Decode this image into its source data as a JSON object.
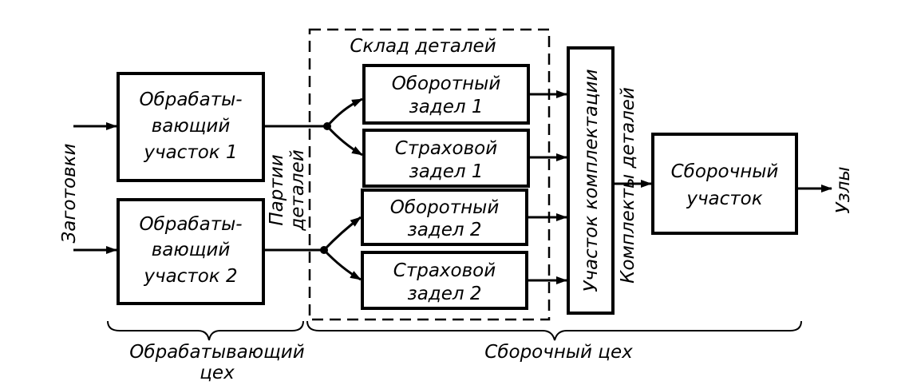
{
  "blanks_label": "Заготовки",
  "machining_area_1": [
    "Обрабаты-",
    "вающий",
    "участок 1"
  ],
  "machining_area_2": [
    "Обрабаты-",
    "вающий",
    "участок 2"
  ],
  "batches_label": [
    "Партии",
    "деталей"
  ],
  "parts_warehouse_label": "Склад деталей",
  "working_stock_1": [
    "Оборотный",
    "задел 1"
  ],
  "safety_stock_1": [
    "Страховой",
    "задел 1"
  ],
  "working_stock_2": [
    "Оборотный",
    "задел 2"
  ],
  "safety_stock_2": [
    "Страховой",
    "задел 2"
  ],
  "kitting_area_label": "Участок комплектации",
  "part_kits_label": "Комплекты деталей",
  "assembly_area": [
    "Сборочный",
    "участок"
  ],
  "units_label": "Узлы",
  "machining_shop": [
    "Обрабатывающий",
    "цех"
  ],
  "assembly_shop": "Сборочный цех"
}
